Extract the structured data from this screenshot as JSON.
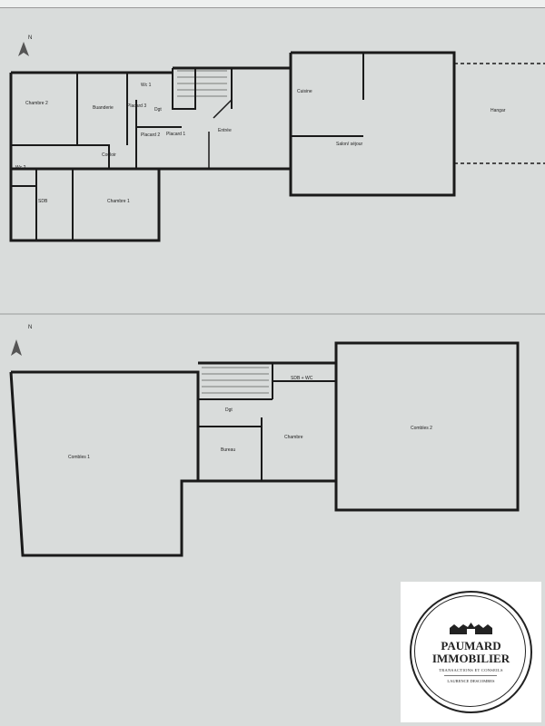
{
  "ground_floor": {
    "north_label": "N",
    "rooms": [
      "Chambre 2",
      "Buanderie",
      "Wc 1",
      "Placard 3",
      "Dgt",
      "Placard 2",
      "Placard 1",
      "Couloir",
      "Wc 2",
      "SDB",
      "Chambre 1",
      "Entrée",
      "Cuisine",
      "Salon/ séjour",
      "Hangar"
    ]
  },
  "upper_floor": {
    "north_label": "N",
    "rooms": [
      "Combles 1",
      "Dgt",
      "Bureau",
      "SDB + WC",
      "Chambre",
      "Combles 2"
    ]
  },
  "logo": {
    "name_line1": "PAUMARD",
    "name_line2": "IMMOBILIER",
    "tagline": "TRANSACTIONS ET CONSEILS",
    "agent": "LAURENCE DESCOMBES"
  },
  "colors": {
    "wall": "#1a1a1a",
    "paper": "#d9dcdb",
    "window": "#4a6fb5"
  }
}
